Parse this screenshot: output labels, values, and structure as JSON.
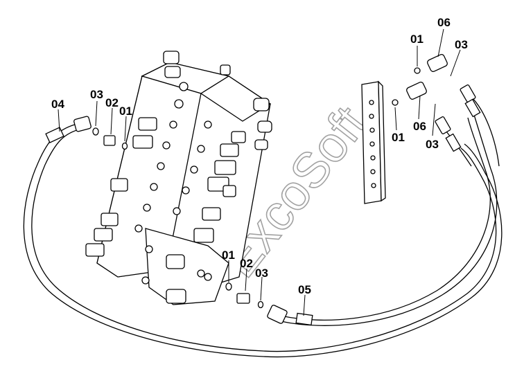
{
  "watermark": "ExcoSoft",
  "callouts": {
    "c01_top": "01",
    "c06_top": "06",
    "c03_top": "03",
    "c01_mid": "01",
    "c06_mid": "06",
    "c03_mid": "03",
    "c04": "04",
    "c03_left": "03",
    "c02_left": "02",
    "c01_left": "01",
    "c01_bot": "01",
    "c02_bot": "02",
    "c03_bot": "03",
    "c05": "05"
  }
}
